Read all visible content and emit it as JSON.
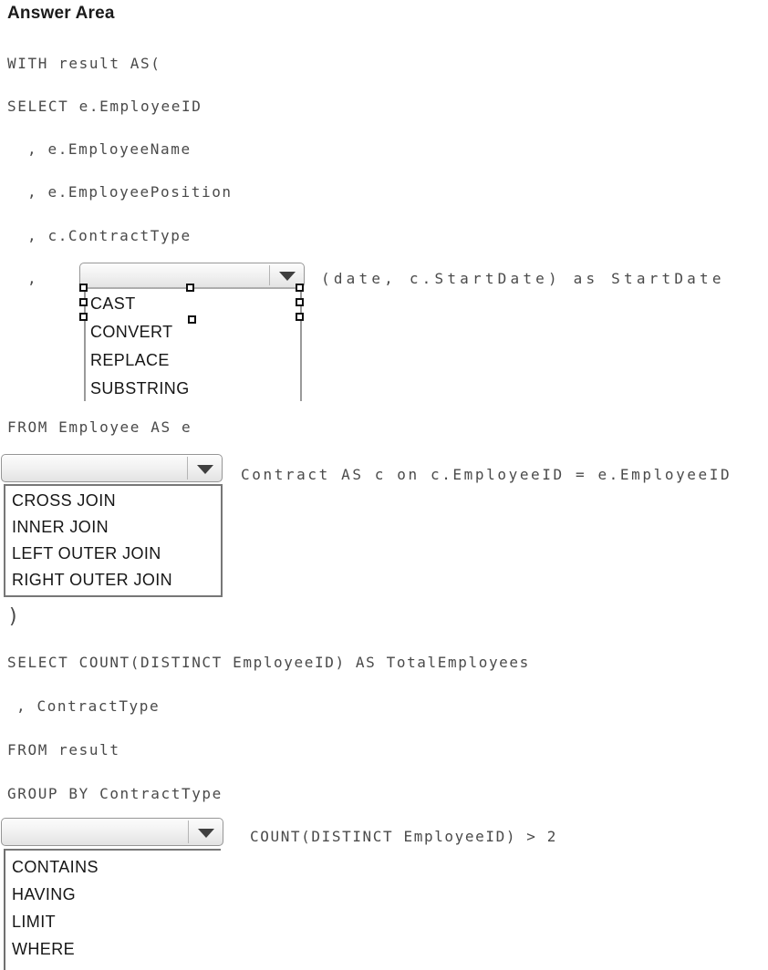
{
  "title": "Answer Area",
  "colors": {
    "code_text": "#4a4a4a",
    "list_text": "#161616",
    "combobox_border": "#969696",
    "list_border": "#777777",
    "arrow": "#3f3f3f"
  },
  "code_lines": [
    "WITH result AS(",
    "SELECT e.EmployeeID",
    ", e.EmployeeName",
    ", e.EmployeePosition",
    ", c.ContractType",
    ",",
    "(date, c.StartDate) as StartDate",
    "FROM Employee AS e",
    "Contract AS c on c.EmployeeID = e.EmployeeID",
    ")",
    "SELECT COUNT(DISTINCT EmployeeID) AS TotalEmployees",
    ", ContractType",
    "FROM result",
    "GROUP BY ContractType",
    "COUNT(DISTINCT EmployeeID) > 2"
  ],
  "dropdowns": [
    {
      "selected": "",
      "options": [
        "CAST",
        "CONVERT",
        "REPLACE",
        "SUBSTRING"
      ]
    },
    {
      "selected": "",
      "options": [
        "CROSS JOIN",
        "INNER JOIN",
        "LEFT OUTER JOIN",
        "RIGHT OUTER JOIN"
      ]
    },
    {
      "selected": "",
      "options": [
        "CONTAINS",
        "HAVING",
        "LIMIT",
        "WHERE"
      ]
    }
  ]
}
